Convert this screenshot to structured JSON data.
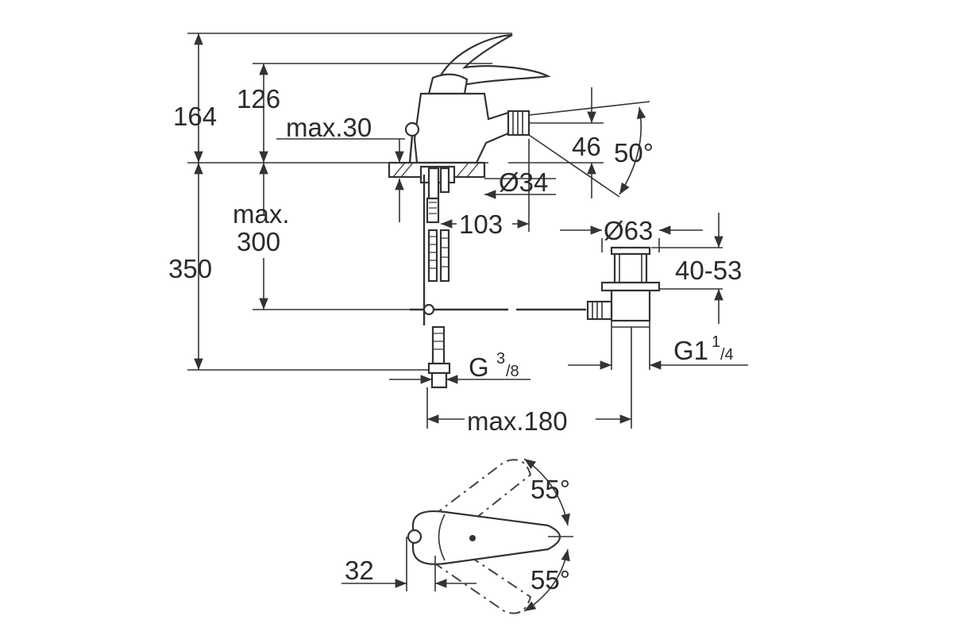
{
  "labels": {
    "h164": "164",
    "h126": "126",
    "max30": "max.30",
    "d46": "46",
    "a50": "50°",
    "dia34": "Ø34",
    "max": "max.",
    "l300": "300",
    "h350": "350",
    "l103": "103",
    "dia63": "Ø63",
    "r4053": "40-53",
    "g38_main": "G",
    "g38_num": "3",
    "g38_den": "/8",
    "g114_main": "G1",
    "g114_num": "1",
    "g114_den": "/4",
    "max180": "max.180",
    "a55_top": "55°",
    "a55_bot": "55°",
    "w32": "32"
  },
  "colors": {
    "line": "#333333",
    "background": "#ffffff"
  }
}
